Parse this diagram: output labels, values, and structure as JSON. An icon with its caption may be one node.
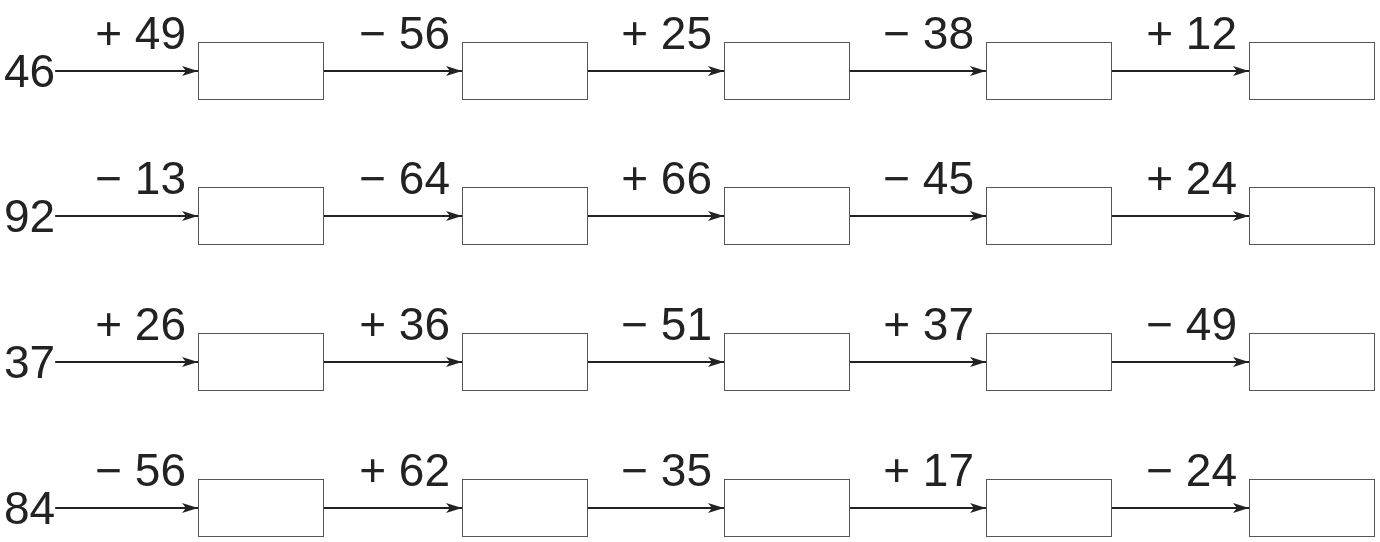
{
  "diagram": {
    "nodes": [
      {
        "text": [
          "46"
        ]
      },
      {
        "text": [],
        "shape": "box"
      },
      {
        "text": [],
        "shape": "box"
      },
      {
        "text": [],
        "shape": "box"
      },
      {
        "text": [],
        "shape": "box"
      },
      {
        "text": [],
        "shape": "box"
      },
      {
        "text": [
          "92"
        ]
      },
      {
        "text": [],
        "shape": "box"
      },
      {
        "text": [],
        "shape": "box"
      },
      {
        "text": [],
        "shape": "box"
      },
      {
        "text": [],
        "shape": "box"
      },
      {
        "text": [],
        "shape": "box"
      },
      {
        "text": [
          "37"
        ]
      },
      {
        "text": [],
        "shape": "box"
      },
      {
        "text": [],
        "shape": "box"
      },
      {
        "text": [],
        "shape": "box"
      },
      {
        "text": [],
        "shape": "box"
      },
      {
        "text": [],
        "shape": "box"
      },
      {
        "text": [
          "84"
        ]
      },
      {
        "text": [],
        "shape": "box"
      },
      {
        "text": [],
        "shape": "box"
      },
      {
        "text": [],
        "shape": "box"
      },
      {
        "text": [],
        "shape": "box"
      },
      {
        "text": [],
        "shape": "box"
      }
    ],
    "edges": [
      {
        "from": 0,
        "to": 1,
        "arrow": "to",
        "label": "+ 49"
      },
      {
        "from": 1,
        "to": 2,
        "arrow": "to",
        "label": "− 56"
      },
      {
        "from": 2,
        "to": 3,
        "arrow": "to",
        "label": "+ 25"
      },
      {
        "from": 3,
        "to": 4,
        "arrow": "to",
        "label": "− 38"
      },
      {
        "from": 4,
        "to": 5,
        "arrow": "to",
        "label": "+ 12"
      },
      {
        "from": 6,
        "to": 7,
        "arrow": "to",
        "label": "− 13"
      },
      {
        "from": 7,
        "to": 8,
        "arrow": "to",
        "label": "− 64"
      },
      {
        "from": 8,
        "to": 9,
        "arrow": "to",
        "label": "+ 66"
      },
      {
        "from": 9,
        "to": 10,
        "arrow": "to",
        "label": "− 45"
      },
      {
        "from": 10,
        "to": 11,
        "arrow": "to",
        "label": "+ 24"
      },
      {
        "from": 12,
        "to": 13,
        "arrow": "to",
        "label": "+ 26"
      },
      {
        "from": 13,
        "to": 14,
        "arrow": "to",
        "label": "+ 36"
      },
      {
        "from": 14,
        "to": 15,
        "arrow": "to",
        "label": "− 51"
      },
      {
        "from": 15,
        "to": 16,
        "arrow": "to",
        "label": "+ 37"
      },
      {
        "from": 16,
        "to": 17,
        "arrow": "to",
        "label": "− 49"
      },
      {
        "from": 18,
        "to": 19,
        "arrow": "to",
        "label": "− 56"
      },
      {
        "from": 19,
        "to": 20,
        "arrow": "to",
        "label": "+ 62"
      },
      {
        "from": 20,
        "to": 21,
        "arrow": "to",
        "label": "− 35"
      },
      {
        "from": 21,
        "to": 22,
        "arrow": "to",
        "label": "+ 17"
      },
      {
        "from": 22,
        "to": 23,
        "arrow": "to",
        "label": "− 24"
      }
    ]
  }
}
